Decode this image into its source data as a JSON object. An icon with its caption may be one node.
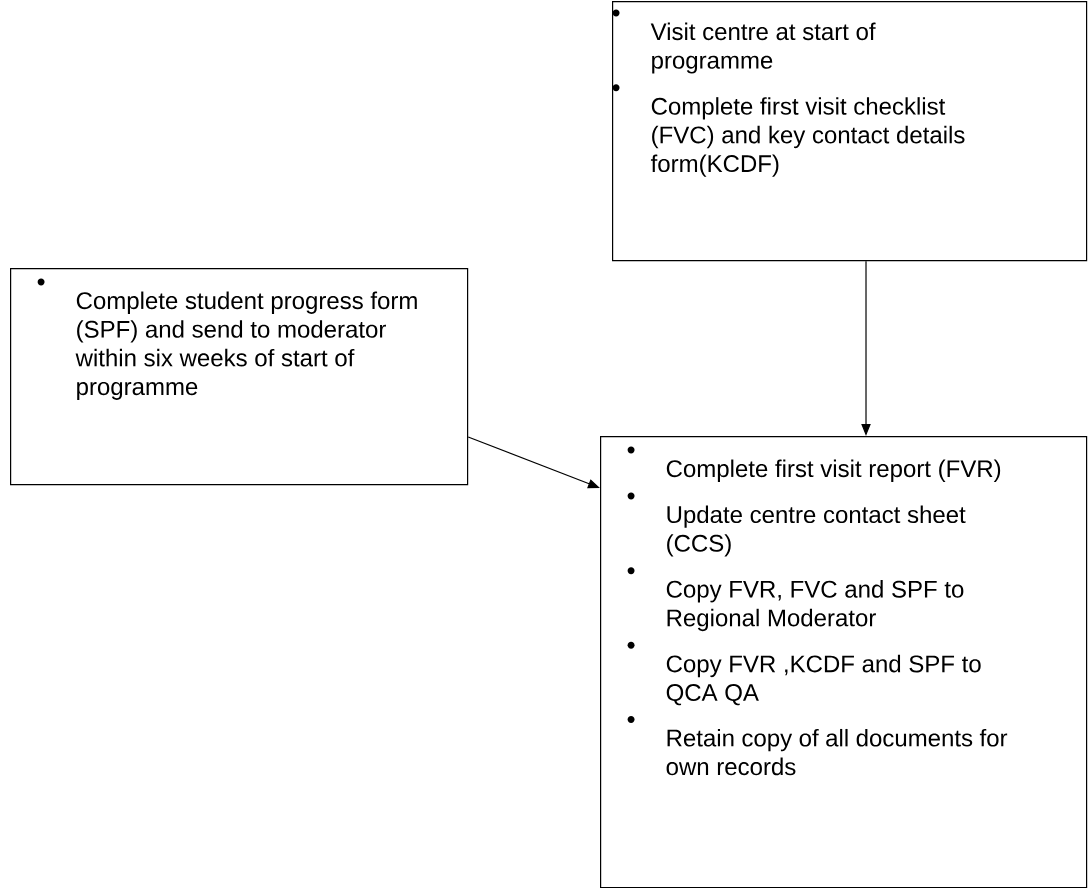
{
  "diagram": {
    "nodes": [
      {
        "text": [
          "Visit centre at start of programme",
          "Complete first visit checklist (FVC) and key contact details form(KCDF)"
        ]
      },
      {
        "text": [
          "Complete student progress form (SPF) and send to moderator within six weeks of start of programme"
        ]
      },
      {
        "text": [
          "Complete first visit report (FVR)",
          "Update centre contact sheet (CCS)",
          "Copy FVR, FVC and SPF to Regional Moderator",
          "Copy FVR ,KCDF and SPF to QCA QA",
          "Retain copy of all documents for own records"
        ]
      }
    ],
    "edges": [
      {
        "from": 0,
        "to": 2,
        "arrow": "to"
      },
      {
        "from": 1,
        "to": 2,
        "arrow": "to"
      }
    ]
  }
}
